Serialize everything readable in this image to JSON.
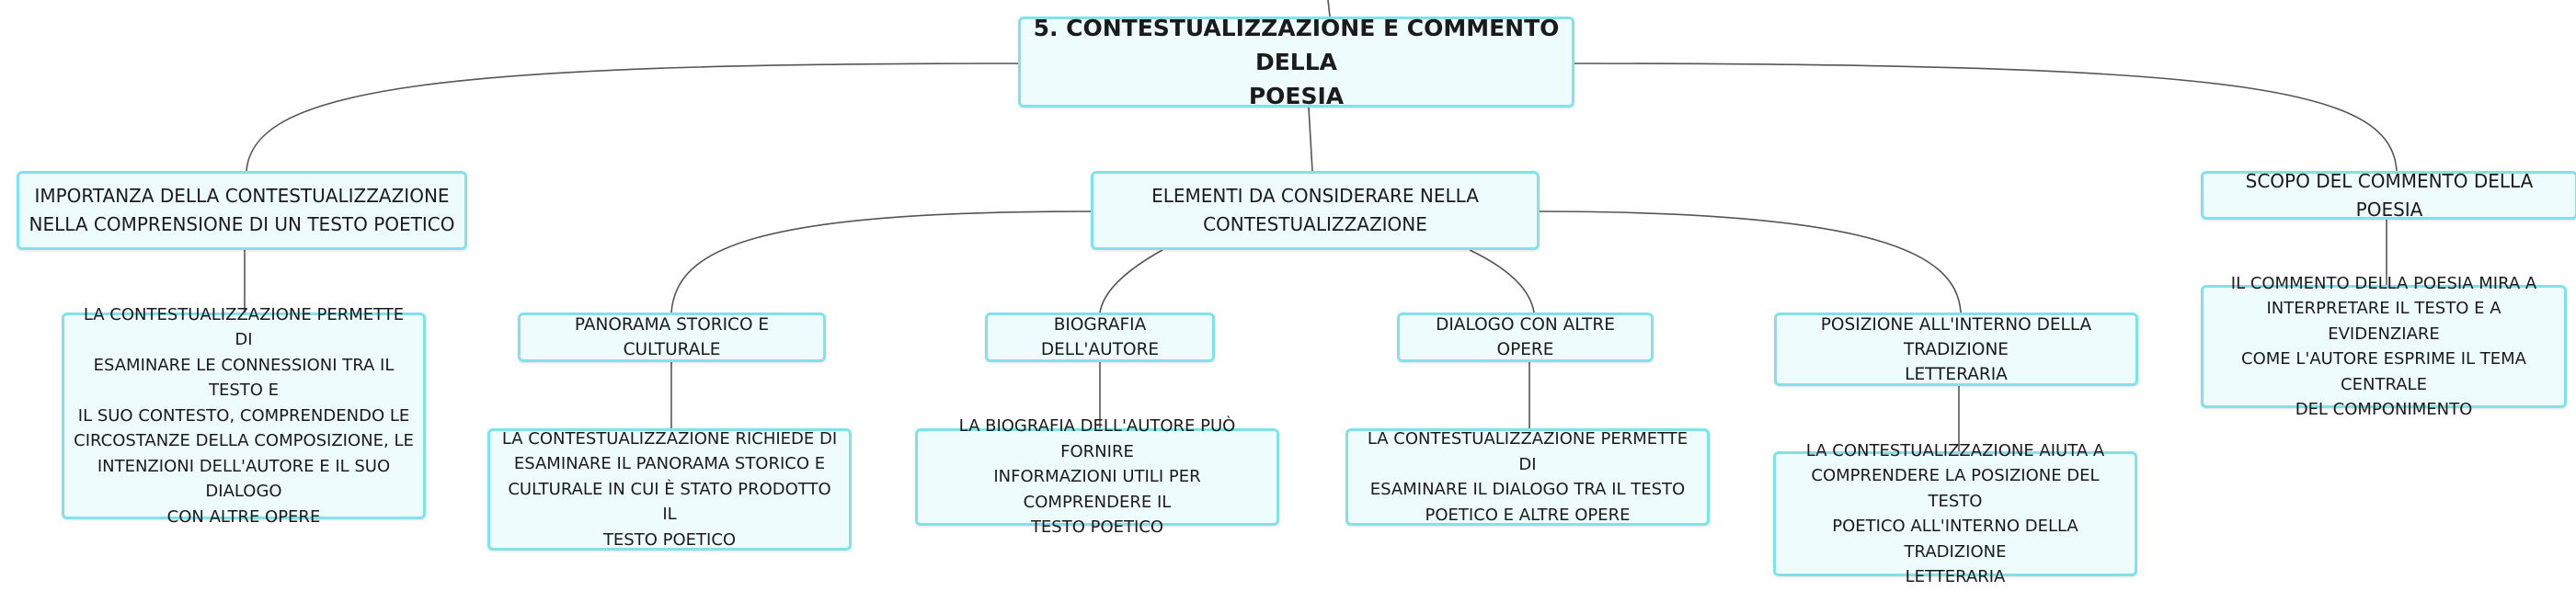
{
  "root": {
    "label": "5. CONTESTUALIZZAZIONE E COMMENTO DELLA\nPOESIA"
  },
  "branches": {
    "importanza": {
      "label": "IMPORTANZA DELLA CONTESTUALIZZAZIONE\nNELLA COMPRENSIONE DI UN TESTO POETICO",
      "detail": "LA CONTESTUALIZZAZIONE PERMETTE DI\nESAMINARE LE CONNESSIONI TRA IL TESTO E\nIL SUO CONTESTO, COMPRENDENDO LE\nCIRCOSTANZE DELLA COMPOSIZIONE, LE\nINTENZIONI DELL'AUTORE E IL SUO DIALOGO\nCON ALTRE OPERE"
    },
    "elementi": {
      "label": "ELEMENTI DA CONSIDERARE NELLA\nCONTESTUALIZZAZIONE",
      "children": {
        "panorama": {
          "label": "PANORAMA STORICO E CULTURALE",
          "detail": "LA CONTESTUALIZZAZIONE RICHIEDE DI\nESAMINARE IL PANORAMA STORICO E\nCULTURALE IN CUI È STATO PRODOTTO IL\nTESTO POETICO"
        },
        "biografia": {
          "label": "BIOGRAFIA DELL'AUTORE",
          "detail": "LA BIOGRAFIA DELL'AUTORE PUÒ FORNIRE\nINFORMAZIONI UTILI PER COMPRENDERE IL\nTESTO POETICO"
        },
        "dialogo": {
          "label": "DIALOGO CON ALTRE OPERE",
          "detail": "LA CONTESTUALIZZAZIONE PERMETTE DI\nESAMINARE IL DIALOGO TRA IL TESTO\nPOETICO E ALTRE OPERE"
        },
        "posizione": {
          "label": "POSIZIONE ALL'INTERNO DELLA TRADIZIONE\nLETTERARIA",
          "detail": "LA CONTESTUALIZZAZIONE AIUTA A\nCOMPRENDERE LA POSIZIONE DEL TESTO\nPOETICO ALL'INTERNO DELLA TRADIZIONE\nLETTERARIA"
        }
      }
    },
    "scopo": {
      "label": "SCOPO DEL COMMENTO DELLA POESIA",
      "detail": "IL COMMENTO DELLA POESIA MIRA A\nINTERPRETARE IL TESTO E A EVIDENZIARE\nCOME L'AUTORE ESPRIME IL TEMA CENTRALE\nDEL COMPONIMENTO"
    }
  },
  "colors": {
    "node_fill": "#eefcfd",
    "node_border": "#82e2ea",
    "connector": "#555555"
  }
}
